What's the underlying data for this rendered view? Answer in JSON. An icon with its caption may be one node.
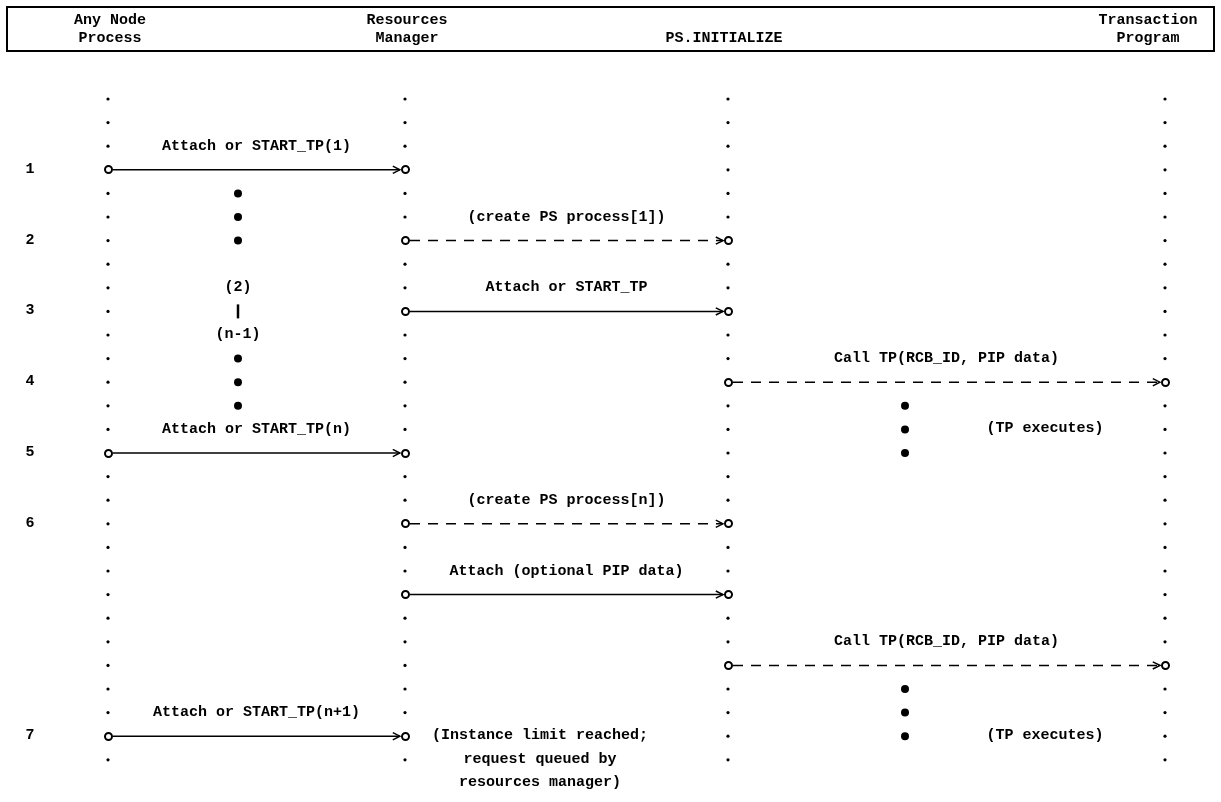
{
  "diagram": {
    "nodes": [
      {
        "text": [],
        "shape": "box"
      },
      {
        "text": [
          "Any Node Process"
        ],
        "in": 0
      },
      {
        "text": [
          "Resources Manager"
        ],
        "in": 0
      },
      {
        "text": [
          "PS.INITIALIZE"
        ],
        "in": 0
      },
      {
        "text": [
          "Transaction Program"
        ],
        "in": 0
      },
      {
        "text": [],
        "shape": "circle"
      },
      {
        "text": [],
        "shape": "circle"
      },
      {
        "text": [],
        "shape": "circle"
      },
      {
        "text": [],
        "shape": "circle"
      },
      {
        "text": [],
        "shape": "circle"
      },
      {
        "text": [],
        "shape": "circle"
      },
      {
        "text": [],
        "shape": "circle"
      },
      {
        "text": [],
        "shape": "circle"
      },
      {
        "text": [],
        "shape": "circle"
      },
      {
        "text": [],
        "shape": "circle"
      },
      {
        "text": [],
        "shape": "circle"
      },
      {
        "text": [],
        "shape": "circle"
      },
      {
        "text": [],
        "shape": "circle"
      },
      {
        "text": [],
        "shape": "circle"
      },
      {
        "text": [],
        "shape": "circle"
      },
      {
        "text": [],
        "shape": "circle"
      },
      {
        "text": [],
        "shape": "circle"
      },
      {
        "text": [],
        "shape": "circle"
      }
    ],
    "edges": [
      {
        "from": 5,
        "to": 6,
        "arrow": "to",
        "label": "Attach or START_TP(1)"
      },
      {
        "from": 7,
        "to": 8,
        "arrow": "to",
        "label": "(create PS process[1])",
        "style": "dashed"
      },
      {
        "from": 9,
        "to": 10,
        "arrow": "to",
        "label": "Attach or START_TP"
      },
      {
        "from": 11,
        "to": 12,
        "arrow": "to",
        "label": "Call TP(RCB_ID, PIP data)",
        "style": "dashed"
      },
      {
        "from": 13,
        "to": 14,
        "arrow": "to",
        "label": "Attach or START_TP(n)"
      },
      {
        "from": 15,
        "to": 16,
        "arrow": "to",
        "label": "(create PS process[n])",
        "style": "dashed"
      },
      {
        "from": 17,
        "to": 18,
        "arrow": "to",
        "label": "Attach (optional PIP data)"
      },
      {
        "from": 19,
        "to": 20,
        "arrow": "to",
        "label": "Call TP(RCB_ID, PIP data)",
        "style": "dashed"
      },
      {
        "from": 21,
        "to": 22,
        "arrow": "to",
        "label": "Attach or START_TP(n+1)"
      }
    ],
    "labels": [
      "1",
      "2",
      "(2)",
      "3",
      "(n-1)",
      "4",
      "(TP executes)",
      "5",
      "6",
      "7",
      "(Instance limit reached; request queued by resources manager)",
      "(TP executes)"
    ]
  }
}
